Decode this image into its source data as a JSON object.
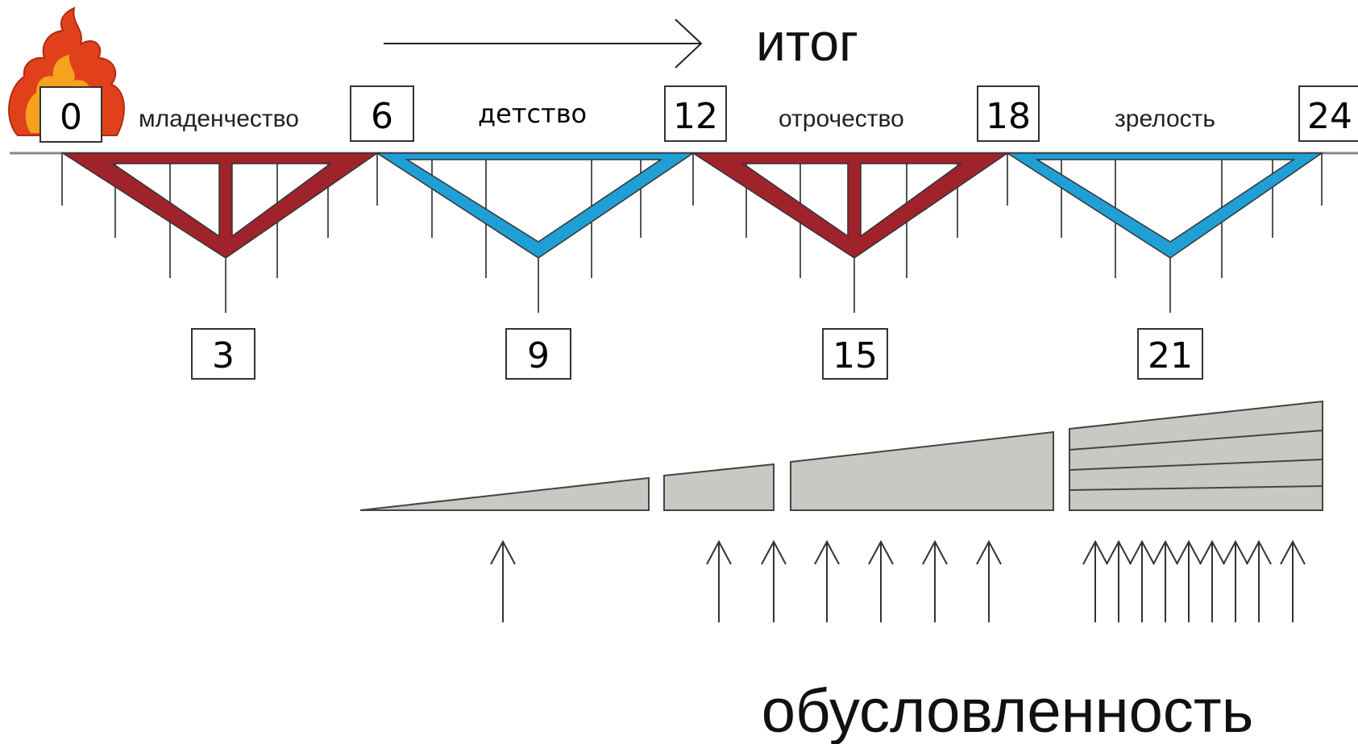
{
  "heading": "итог",
  "footer": "обусловленность",
  "ages_top": [
    "0",
    "6",
    "12",
    "18",
    "24"
  ],
  "ages_bottom": [
    "3",
    "9",
    "15",
    "21"
  ],
  "periods": [
    "младенчество",
    "детство",
    "отрочество",
    "зрелость"
  ],
  "colors": {
    "red": "#a0232c",
    "blue": "#1f9fd6",
    "block": "#c9c9c4",
    "flame_outer": "#e0411b",
    "flame_inner": "#f6a21c"
  },
  "icons": [
    "fire-icon",
    "arrow-right-icon",
    "arrow-up-icon"
  ]
}
